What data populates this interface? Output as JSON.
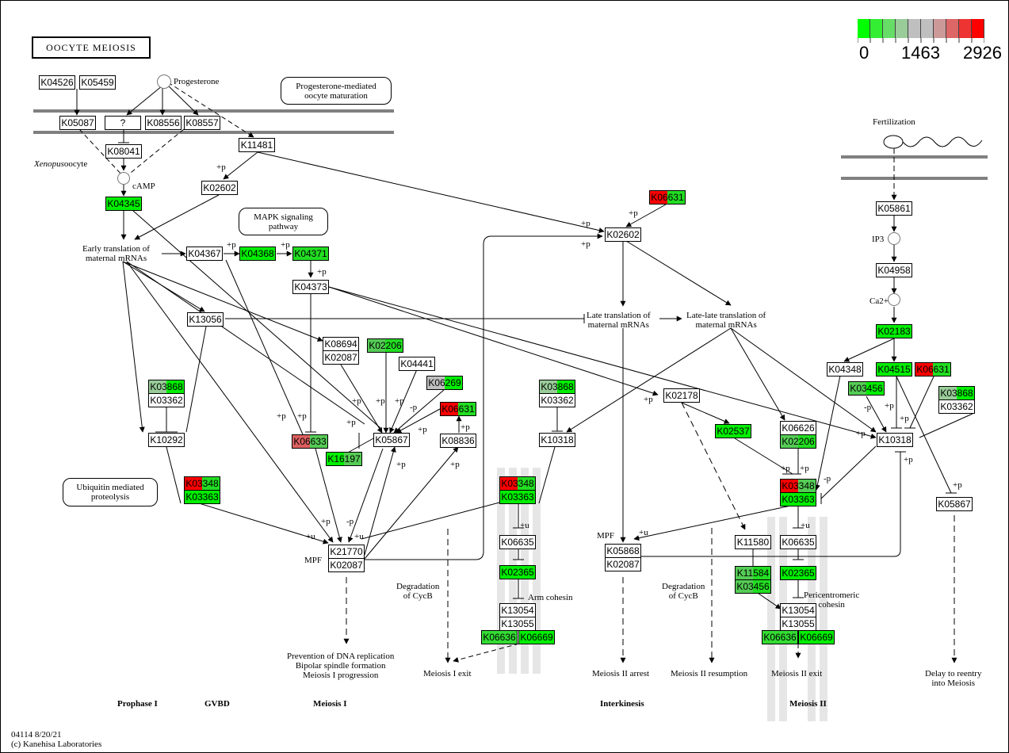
{
  "title": "OOCYTE MEIOSIS",
  "legend": {
    "colors": [
      "#00ff00",
      "#33ee33",
      "#66dd66",
      "#99cc99",
      "#bfbfbf",
      "#bfbfbf",
      "#cc9999",
      "#dd6666",
      "#ee3333",
      "#ff0000"
    ],
    "min_label": "0",
    "mid_label": "1463",
    "max_label": "2926"
  },
  "colors": {
    "high": "#ff0000",
    "low": "#00ff00",
    "mid": "#bfbfbf",
    "mid_red": "#d96060",
    "light_green": "#99cc99",
    "med_green": "#55dd55"
  },
  "compounds": {
    "progesterone": "Progesterone",
    "camp": "cAMP",
    "ip3": "IP3",
    "ca": "Ca2+"
  },
  "labels": {
    "xenopus": "Xenopus",
    "oocyte": "oocyte",
    "early_translation": [
      "Early translation of",
      "maternal mRNAs"
    ],
    "late_translation": [
      "Late translation of",
      "maternal mRNAs"
    ],
    "late_late_translation": [
      "Late-late translation of",
      "maternal mRNAs"
    ],
    "fertilization": "Fertilization",
    "mpf1": "MPF",
    "mpf2": "MPF",
    "degradation1": [
      "Degradation",
      "of CycB"
    ],
    "degradation2": [
      "Degradation",
      "of CycB"
    ],
    "arm_cohesin": "Arm cohesin",
    "pericentromeric": [
      "Pericentromeric",
      "cohesin"
    ],
    "outcome_mi": [
      "Prevention of DNA replication",
      "Bipolar spindle formation",
      "Meiosis I progression"
    ],
    "meiosis1_exit": "Meiosis I exit",
    "meiosis2_arrest": "Meiosis II arrest",
    "meiosis2_resumption": "Meiosis II resumption",
    "meiosis2_exit": "Meiosis II exit",
    "delay_reentry": [
      "Delay to reentry",
      "into Meiosis"
    ]
  },
  "pathway_links": {
    "progesterone_maturation": [
      "Progesterone-mediated",
      "oocyte maturation"
    ],
    "mapk": [
      "MAPK signaling",
      "pathway"
    ],
    "ubiquitin": [
      "Ubiquitin mediated",
      "proteolysis"
    ]
  },
  "phases": [
    "Prophase I",
    "GVBD",
    "Meiosis I",
    "Interkinesis",
    "Meiosis II"
  ],
  "footer": {
    "id_date": "04114 8/20/21",
    "copyright": "(c) Kanehisa Laboratories"
  },
  "nodes": [
    {
      "id": "K04526",
      "label": "K04526",
      "colors": []
    },
    {
      "id": "K05459",
      "label": "K05459",
      "colors": []
    },
    {
      "id": "K05087",
      "label": "K05087",
      "colors": []
    },
    {
      "id": "Q",
      "label": "?",
      "colors": []
    },
    {
      "id": "K08556",
      "label": "K08556",
      "colors": []
    },
    {
      "id": "K08557",
      "label": "K08557",
      "colors": []
    },
    {
      "id": "K08041",
      "label": "K08041",
      "colors": []
    },
    {
      "id": "K11481",
      "label": "K11481",
      "colors": []
    },
    {
      "id": "K02602a",
      "label": "K02602",
      "colors": []
    },
    {
      "id": "K04345",
      "label": "K04345",
      "colors": [
        "#00ee00"
      ]
    },
    {
      "id": "K04367",
      "label": "K04367",
      "colors": []
    },
    {
      "id": "K04368",
      "label": "K04368",
      "colors": [
        "#00ee00"
      ]
    },
    {
      "id": "K04371",
      "label": "K04371",
      "colors": [
        "#22dd22"
      ]
    },
    {
      "id": "K04373",
      "label": "K04373",
      "colors": []
    },
    {
      "id": "K13056",
      "label": "K13056",
      "colors": []
    },
    {
      "id": "K08694",
      "label": "K08694",
      "colors": []
    },
    {
      "id": "K02087a",
      "label": "K02087",
      "colors": []
    },
    {
      "id": "K02206a",
      "label": "K02206",
      "colors": [
        "#55cc55",
        "#22dd22"
      ]
    },
    {
      "id": "K04441",
      "label": "K04441",
      "colors": []
    },
    {
      "id": "K06269",
      "label": "K06269",
      "colors": [
        "#bfbfbf",
        "#00ee00"
      ]
    },
    {
      "id": "K06631a",
      "label": "K06631",
      "colors": [
        "#ff0000",
        "#22dd22"
      ]
    },
    {
      "id": "K03868a",
      "label": "K03868",
      "colors": [
        "#99cc99",
        "#00ee00"
      ]
    },
    {
      "id": "K03362a",
      "label": "K03362",
      "colors": []
    },
    {
      "id": "K10292",
      "label": "K10292",
      "colors": []
    },
    {
      "id": "K06633",
      "label": "K06633",
      "colors": [
        "#dd6060",
        "#55cc55"
      ]
    },
    {
      "id": "K05867a",
      "label": "K05867",
      "colors": []
    },
    {
      "id": "K08836",
      "label": "K08836",
      "colors": []
    },
    {
      "id": "K16197",
      "label": "K16197",
      "colors": [
        "#00ee00",
        "#55cc55"
      ]
    },
    {
      "id": "K03348a",
      "label": "K03348",
      "colors": [
        "#ff0000",
        "#22dd22"
      ]
    },
    {
      "id": "K03363a",
      "label": "K03363",
      "colors": [
        "#00ee00"
      ]
    },
    {
      "id": "K21770",
      "label": "K21770",
      "colors": []
    },
    {
      "id": "K02087b",
      "label": "K02087",
      "colors": []
    },
    {
      "id": "K06631b",
      "label": "K06631",
      "colors": [
        "#ff0000",
        "#22dd22"
      ]
    },
    {
      "id": "K02602b",
      "label": "K02602",
      "colors": []
    },
    {
      "id": "K03868b",
      "label": "K03868",
      "colors": [
        "#99cc99",
        "#00ee00"
      ]
    },
    {
      "id": "K03362b",
      "label": "K03362",
      "colors": []
    },
    {
      "id": "K10318a",
      "label": "K10318",
      "colors": []
    },
    {
      "id": "K03348b",
      "label": "K03348",
      "colors": [
        "#ff0000",
        "#22dd22"
      ]
    },
    {
      "id": "K03363b",
      "label": "K03363",
      "colors": [
        "#00ee00"
      ]
    },
    {
      "id": "K06635a",
      "label": "K06635",
      "colors": []
    },
    {
      "id": "K02365a",
      "label": "K02365",
      "colors": [
        "#00ee00"
      ]
    },
    {
      "id": "K13054a",
      "label": "K13054",
      "colors": []
    },
    {
      "id": "K13055a",
      "label": "K13055",
      "colors": []
    },
    {
      "id": "K06636a",
      "label": "K06636",
      "colors": [
        "#33dd33"
      ]
    },
    {
      "id": "K06669a",
      "label": "K06669",
      "colors": [
        "#00ee00"
      ]
    },
    {
      "id": "K02178",
      "label": "K02178",
      "colors": []
    },
    {
      "id": "K02537",
      "label": "K02537",
      "colors": [
        "#00ee00"
      ]
    },
    {
      "id": "K06626",
      "label": "K06626",
      "colors": []
    },
    {
      "id": "K02206b",
      "label": "K02206",
      "colors": [
        "#55cc55",
        "#22dd22"
      ]
    },
    {
      "id": "K03348c",
      "label": "K03348",
      "colors": [
        "#ff0000",
        "#55cc55"
      ]
    },
    {
      "id": "K03363c",
      "label": "K03363",
      "colors": [
        "#00ee00"
      ]
    },
    {
      "id": "K05868",
      "label": "K05868",
      "colors": []
    },
    {
      "id": "K02087c",
      "label": "K02087",
      "colors": []
    },
    {
      "id": "K11580",
      "label": "K11580",
      "colors": []
    },
    {
      "id": "K06635b",
      "label": "K06635",
      "colors": []
    },
    {
      "id": "K11584",
      "label": "K11584",
      "colors": [
        "#55cc55",
        "#22dd22"
      ]
    },
    {
      "id": "K03456a",
      "label": "K03456",
      "colors": [
        "#55cc55",
        "#22dd22"
      ]
    },
    {
      "id": "K02365b",
      "label": "K02365",
      "colors": [
        "#00ee00"
      ]
    },
    {
      "id": "K13054b",
      "label": "K13054",
      "colors": []
    },
    {
      "id": "K13055b",
      "label": "K13055",
      "colors": []
    },
    {
      "id": "K06636b",
      "label": "K06636",
      "colors": [
        "#33dd33"
      ]
    },
    {
      "id": "K06669b",
      "label": "K06669",
      "colors": [
        "#00ee00"
      ]
    },
    {
      "id": "K05861",
      "label": "K05861",
      "colors": []
    },
    {
      "id": "K04958",
      "label": "K04958",
      "colors": []
    },
    {
      "id": "K02183",
      "label": "K02183",
      "colors": [
        "#00ee00"
      ]
    },
    {
      "id": "K04348",
      "label": "K04348",
      "colors": []
    },
    {
      "id": "K04515",
      "label": "K04515",
      "colors": [
        "#00ee00"
      ]
    },
    {
      "id": "K06631c",
      "label": "K06631",
      "colors": [
        "#ff0000",
        "#22dd22"
      ]
    },
    {
      "id": "K03456b",
      "label": "K03456",
      "colors": [
        "#55cc55",
        "#00ee00"
      ]
    },
    {
      "id": "K03868c",
      "label": "K03868",
      "colors": [
        "#99cc99",
        "#00ee00"
      ]
    },
    {
      "id": "K03362c",
      "label": "K03362",
      "colors": []
    },
    {
      "id": "K10318b",
      "label": "K10318",
      "colors": []
    },
    {
      "id": "K05867b",
      "label": "K05867",
      "colors": []
    }
  ],
  "edge_labels": {
    "plus_p": "+p",
    "minus_p": "-p",
    "plus_u": "+u"
  }
}
